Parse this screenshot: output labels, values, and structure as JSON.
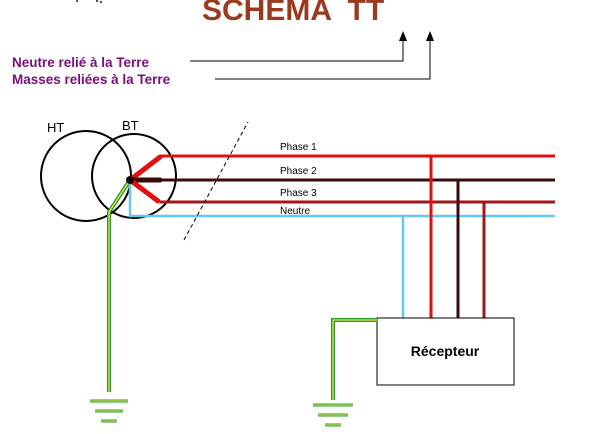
{
  "title": "SCHEMA  TT",
  "legend": {
    "line1": "Neutre relié à la Terre",
    "line2": "Masses reliées à la Terre"
  },
  "transformer": {
    "primary": "HT",
    "secondary": "BT"
  },
  "lines": {
    "phase1": "Phase 1",
    "phase2": "Phase 2",
    "phase3": "Phase 3",
    "neutral": "Neutre"
  },
  "receiver": "Récepteur",
  "colors": {
    "title": "#9b3a1e",
    "legend": "#7a0f7a",
    "phase1": "#e01010",
    "phase2": "#3a0a0a",
    "phase3": "#a01818",
    "neutral": "#66c8f0",
    "earth_green": "#2a9a2a",
    "earth_yellow": "#e8e85a"
  },
  "icons": [
    "up-arrow-icon",
    "earth-ground-icon"
  ]
}
